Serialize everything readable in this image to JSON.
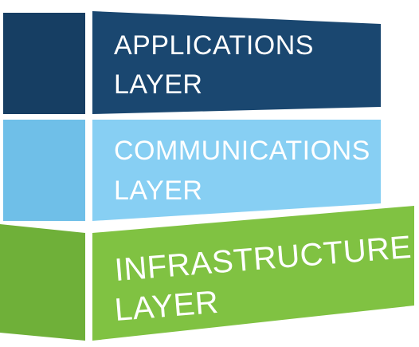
{
  "diagram": {
    "layers": [
      {
        "id": "applications",
        "line1": "APPLICATIONS",
        "line2": "LAYER",
        "front_color": "#1a4770",
        "side_color": "#163e63"
      },
      {
        "id": "communications",
        "line1": "COMMUNICATIONS",
        "line2": "LAYER",
        "front_color": "#87cff3",
        "side_color": "#6fbfe8"
      },
      {
        "id": "infrastructure",
        "line1": "INFRASTRUCTURE",
        "line2": "LAYER",
        "front_color": "#80c242",
        "side_color": "#6fb039"
      }
    ]
  }
}
